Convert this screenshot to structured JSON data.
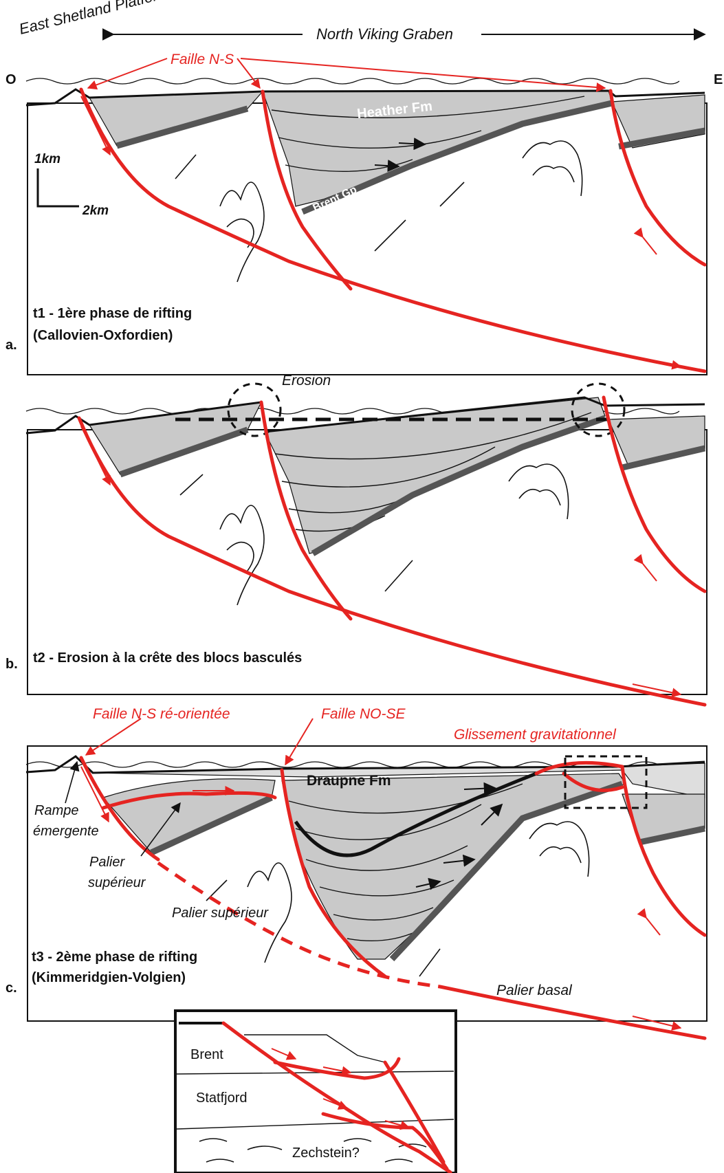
{
  "header": {
    "platform": "East Shetland Platform",
    "graben": "North Viking Graben",
    "west": "O",
    "east": "E"
  },
  "panel_a": {
    "letter": "a.",
    "fault_label": "Faille N-S",
    "heather": "Heather Fm",
    "brent": "Brent Gp",
    "scale_v": "1km",
    "scale_h": "2km",
    "caption_1": "t1 - 1ère phase de rifting",
    "caption_2": "(Callovien-Oxfordien)"
  },
  "panel_b": {
    "letter": "b.",
    "erosion": "Erosion",
    "caption": "t2 - Erosion à la crête des blocs basculés"
  },
  "panel_c": {
    "letter": "c.",
    "fault_ns": "Faille N-S ré-orientée",
    "fault_nose": "Faille NO-SE",
    "glissement": "Glissement gravitationnel",
    "draupne": "Draupne Fm",
    "rampe_1": "Rampe",
    "rampe_2": "émergente",
    "palier_1": "Palier",
    "palier_2": "supérieur",
    "palier_sup": "Palier supérieur",
    "palier_basal": "Palier basal",
    "caption_1": "t3 - 2ème phase de rifting",
    "caption_2": "(Kimmeridgien-Volgien)"
  },
  "inset": {
    "brent": "Brent",
    "statfjord": "Statfjord",
    "zechstein": "Zechstein?"
  },
  "colors": {
    "fault": "#e52421",
    "fill_grey": "#c9c9c9",
    "brent_band": "#555555"
  }
}
